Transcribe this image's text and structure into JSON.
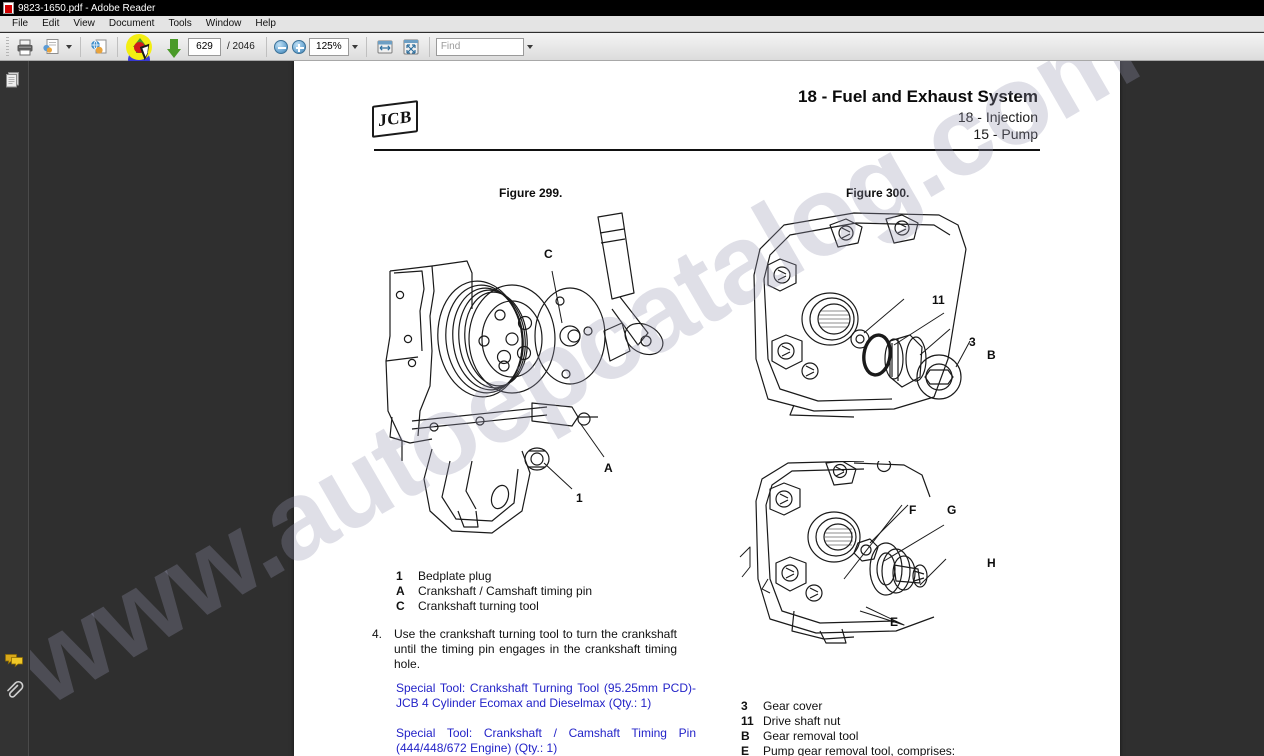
{
  "window": {
    "title": "9823-1650.pdf - Adobe Reader",
    "app_icon": "pdf-icon"
  },
  "menu": {
    "items": [
      "File",
      "Edit",
      "View",
      "Document",
      "Tools",
      "Window",
      "Help"
    ]
  },
  "toolbar": {
    "print_icon": "printer-icon",
    "email_icon": "email-document-icon",
    "email_caret": "▾",
    "globe_icon": "web-document-icon",
    "prev_page_icon": "green-up-arrow-icon",
    "next_page_icon": "green-down-arrow-icon",
    "page_number": "629",
    "page_total": "/ 2046",
    "zoom_out_icon": "zoom-out-circle-icon",
    "zoom_in_icon": "zoom-in-circle-icon",
    "zoom_value": "125%",
    "zoom_caret": "▾",
    "fit_width_icon": "fit-width-icon",
    "fit_page_icon": "fit-page-icon",
    "find_placeholder": "Find",
    "find_value": "",
    "find_caret": "▾"
  },
  "navpane": {
    "pages_icon": "pages-thumbnail-icon",
    "comments_icon": "comments-icon",
    "attachments_icon": "paperclip-attachment-icon"
  },
  "watermark": {
    "text": "www.autoepcatalog.com",
    "color": "#9696af"
  },
  "document": {
    "brand_logo": "JCB",
    "header": {
      "title": "18 - Fuel and Exhaust System",
      "subtitle_1": "18 - Injection",
      "subtitle_2": "15 - Pump"
    },
    "figures": [
      {
        "caption": "Figure 299.",
        "callouts": [
          "C",
          "A",
          "1"
        ]
      },
      {
        "caption": "Figure 300.",
        "callouts": [
          "11",
          "3",
          "B",
          "F",
          "G",
          "H",
          "E"
        ]
      }
    ],
    "legend_left": [
      {
        "key": "1",
        "text": "Bedplate plug"
      },
      {
        "key": "A",
        "text": "Crankshaft / Camshaft timing pin"
      },
      {
        "key": "C",
        "text": "Crankshaft turning tool"
      }
    ],
    "step": {
      "number": "4.",
      "text": "Use the crankshaft turning tool to turn the crankshaft until the timing pin engages in the crankshaft timing hole."
    },
    "special_tools": [
      "Special Tool: Crankshaft Turning Tool (95.25mm PCD)- JCB 4 Cylinder Ecomax and Dieselmax (Qty.: 1)",
      "Special Tool: Crankshaft / Camshaft Timing Pin (444/448/672 Engine) (Qty.: 1)"
    ],
    "legend_right": [
      {
        "key": "3",
        "text": "Gear cover"
      },
      {
        "key": "11",
        "text": "Drive shaft nut"
      },
      {
        "key": "B",
        "text": "Gear removal tool"
      },
      {
        "key": "E",
        "text": "Pump gear removal tool, comprises:"
      }
    ]
  },
  "colors": {
    "titlebar_bg": "#000000",
    "menubar_bg": "#e4e4e4",
    "toolbar_bg": "#e8e8e8",
    "docview_bg": "#2f2f2f",
    "page_bg": "#ffffff",
    "link_blue": "#2323c8",
    "highlight_yellow": "#f3ee12",
    "highlight_blue": "#2b2bd8",
    "arrow_green": "#4a9a28"
  }
}
